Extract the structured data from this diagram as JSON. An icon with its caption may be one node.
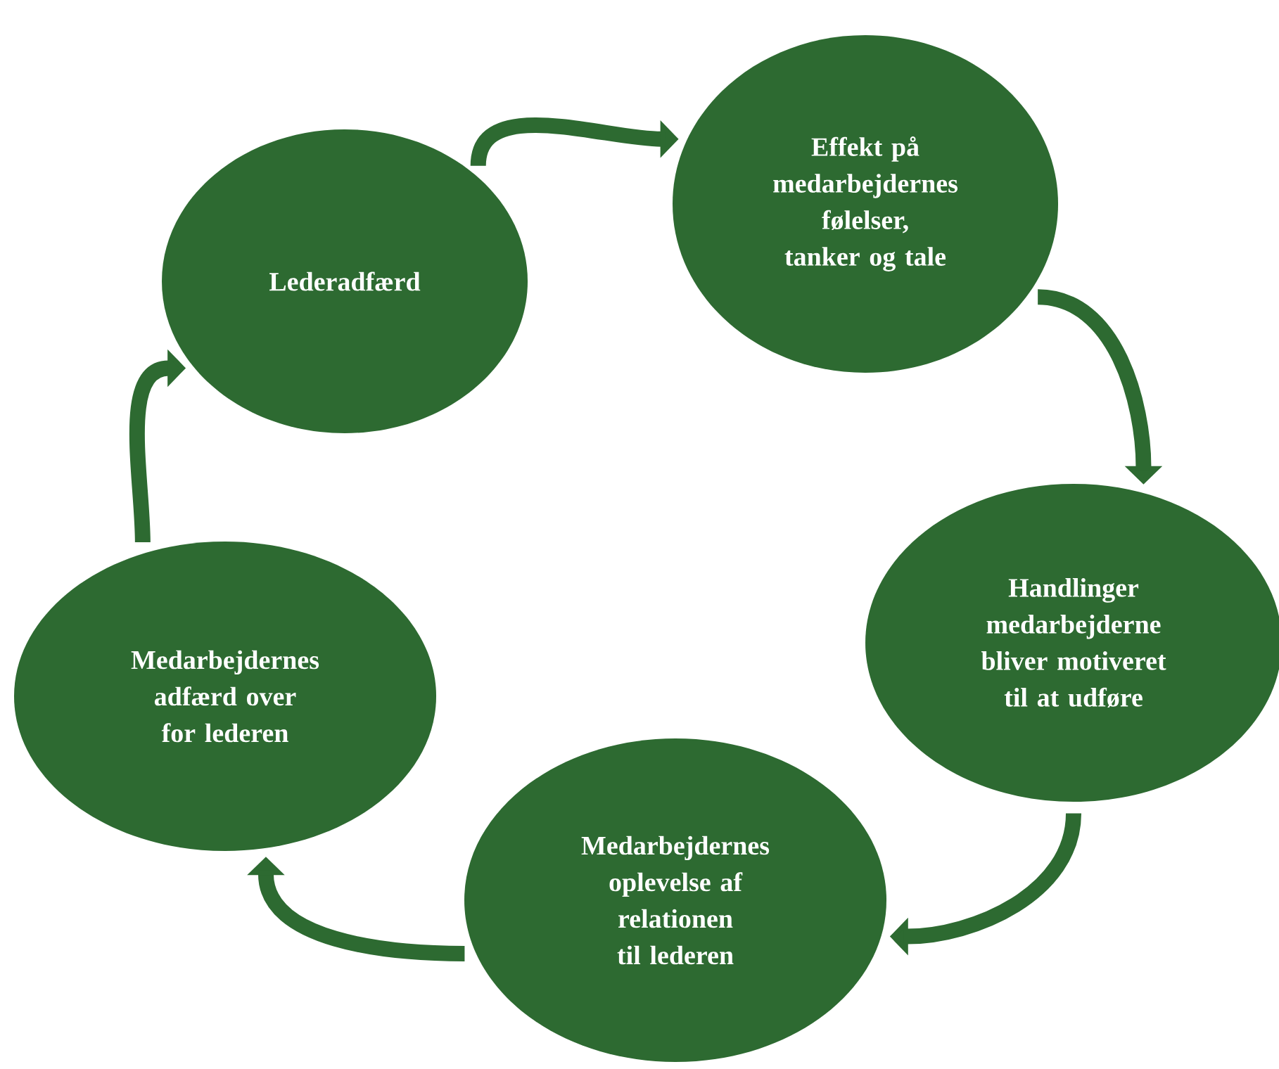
{
  "diagram": {
    "nodes": [
      {
        "text": [
          "Lederadfærd"
        ]
      },
      {
        "text": [
          "Effekt på medarbejdernes følelser, tanker og tale"
        ]
      },
      {
        "text": [
          "Handlinger medarbejderne bliver motiveret til at udføre"
        ]
      },
      {
        "text": [
          "Medarbejdernes oplevelse af relationen til lederen"
        ]
      },
      {
        "text": [
          "Medarbejdernes adfærd over for lederen"
        ]
      }
    ],
    "edges": [
      {
        "from": 0,
        "to": 1,
        "arrow": "to"
      },
      {
        "from": 1,
        "to": 2,
        "arrow": "to"
      },
      {
        "from": 2,
        "to": 3,
        "arrow": "to"
      },
      {
        "from": 3,
        "to": 4,
        "arrow": "to"
      },
      {
        "from": 4,
        "to": 0,
        "arrow": "to"
      }
    ]
  }
}
